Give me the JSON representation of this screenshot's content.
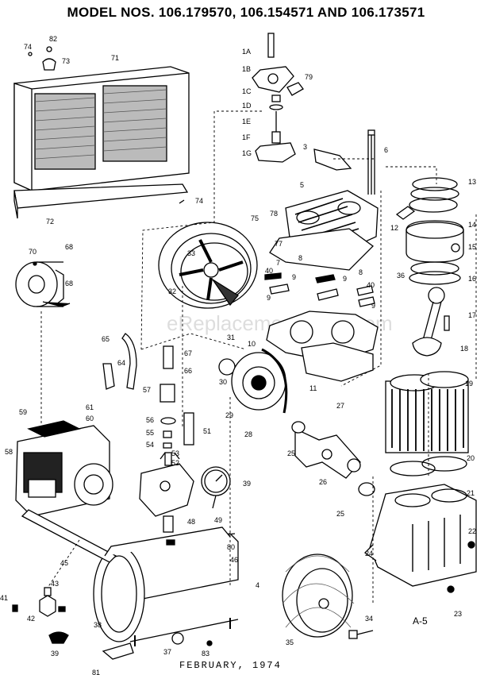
{
  "title": "MODEL NOS. 106.179570, 106.154571 AND 106.173571",
  "footer_date": "FEBRUARY, 1974",
  "sheet_code": "A-5",
  "watermark": "eReplacementParts.com",
  "part_labels": [
    {
      "id": "1A",
      "text": "1A"
    },
    {
      "id": "1B",
      "text": "1B"
    },
    {
      "id": "1C",
      "text": "1C"
    },
    {
      "id": "1D",
      "text": "1D"
    },
    {
      "id": "1E",
      "text": "1E"
    },
    {
      "id": "1F",
      "text": "1F"
    },
    {
      "id": "1G",
      "text": "1G"
    },
    {
      "id": "79a",
      "text": "79"
    },
    {
      "id": "74a",
      "text": "74"
    },
    {
      "id": "82",
      "text": "82"
    },
    {
      "id": "73",
      "text": "73"
    },
    {
      "id": "71",
      "text": "71"
    },
    {
      "id": "74b",
      "text": "74"
    },
    {
      "id": "72",
      "text": "72"
    },
    {
      "id": "3",
      "text": "3"
    },
    {
      "id": "6",
      "text": "6"
    },
    {
      "id": "5",
      "text": "5"
    },
    {
      "id": "13",
      "text": "13"
    },
    {
      "id": "75",
      "text": "75"
    },
    {
      "id": "78",
      "text": "78"
    },
    {
      "id": "77",
      "text": "77"
    },
    {
      "id": "12",
      "text": "12"
    },
    {
      "id": "14",
      "text": "14"
    },
    {
      "id": "15",
      "text": "15"
    },
    {
      "id": "70",
      "text": "70"
    },
    {
      "id": "68a",
      "text": "68"
    },
    {
      "id": "68b",
      "text": "68"
    },
    {
      "id": "33",
      "text": "33"
    },
    {
      "id": "7",
      "text": "7"
    },
    {
      "id": "8a",
      "text": "8"
    },
    {
      "id": "8b",
      "text": "8"
    },
    {
      "id": "40a",
      "text": "40"
    },
    {
      "id": "40b",
      "text": "40"
    },
    {
      "id": "9a",
      "text": "9"
    },
    {
      "id": "9b",
      "text": "9"
    },
    {
      "id": "9c",
      "text": "9"
    },
    {
      "id": "9d",
      "text": "9"
    },
    {
      "id": "36",
      "text": "36"
    },
    {
      "id": "16",
      "text": "16"
    },
    {
      "id": "32",
      "text": "32"
    },
    {
      "id": "17",
      "text": "17"
    },
    {
      "id": "18",
      "text": "18"
    },
    {
      "id": "31",
      "text": "31"
    },
    {
      "id": "10",
      "text": "10"
    },
    {
      "id": "11",
      "text": "11"
    },
    {
      "id": "65",
      "text": "65"
    },
    {
      "id": "67",
      "text": "67"
    },
    {
      "id": "64",
      "text": "64"
    },
    {
      "id": "66",
      "text": "66"
    },
    {
      "id": "30",
      "text": "30"
    },
    {
      "id": "19",
      "text": "19"
    },
    {
      "id": "57",
      "text": "57"
    },
    {
      "id": "61",
      "text": "61"
    },
    {
      "id": "60",
      "text": "60"
    },
    {
      "id": "59",
      "text": "59"
    },
    {
      "id": "29",
      "text": "29"
    },
    {
      "id": "27",
      "text": "27"
    },
    {
      "id": "56",
      "text": "56"
    },
    {
      "id": "51",
      "text": "51"
    },
    {
      "id": "28",
      "text": "28"
    },
    {
      "id": "55",
      "text": "55"
    },
    {
      "id": "54",
      "text": "54"
    },
    {
      "id": "58",
      "text": "58"
    },
    {
      "id": "53",
      "text": "53"
    },
    {
      "id": "52",
      "text": "52"
    },
    {
      "id": "25a",
      "text": "25"
    },
    {
      "id": "20",
      "text": "20"
    },
    {
      "id": "39a",
      "text": "39"
    },
    {
      "id": "26",
      "text": "26"
    },
    {
      "id": "49",
      "text": "49"
    },
    {
      "id": "25b",
      "text": "25"
    },
    {
      "id": "21",
      "text": "21"
    },
    {
      "id": "48",
      "text": "48"
    },
    {
      "id": "22",
      "text": "22"
    },
    {
      "id": "45",
      "text": "45"
    },
    {
      "id": "80",
      "text": "80"
    },
    {
      "id": "46",
      "text": "46"
    },
    {
      "id": "24",
      "text": "24"
    },
    {
      "id": "4",
      "text": "4"
    },
    {
      "id": "43",
      "text": "43"
    },
    {
      "id": "41",
      "text": "41"
    },
    {
      "id": "23",
      "text": "23"
    },
    {
      "id": "42",
      "text": "42"
    },
    {
      "id": "34",
      "text": "34"
    },
    {
      "id": "38",
      "text": "38"
    },
    {
      "id": "39b",
      "text": "39"
    },
    {
      "id": "37",
      "text": "37"
    },
    {
      "id": "35",
      "text": "35"
    },
    {
      "id": "83",
      "text": "83"
    },
    {
      "id": "81",
      "text": "81"
    }
  ]
}
